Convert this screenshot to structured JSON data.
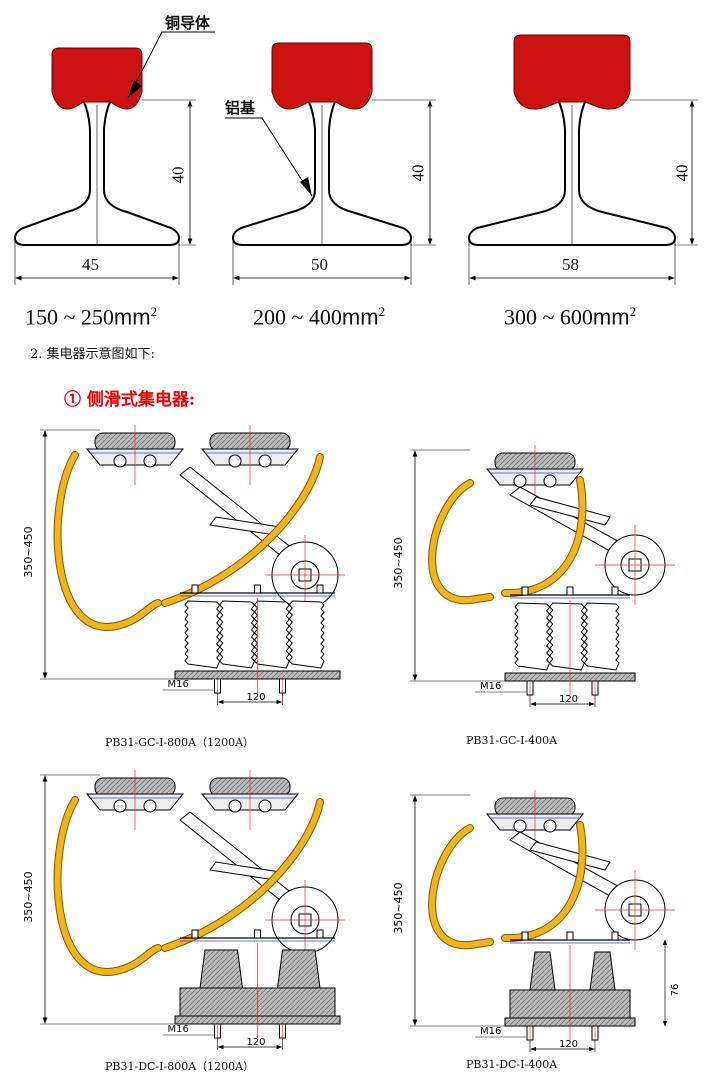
{
  "rails": {
    "labels": {
      "copper": "铜导体",
      "aluminum": "铝基"
    },
    "items": [
      {
        "height": "40",
        "width": "45",
        "area_range": "150 ~ 250",
        "area_unit": "mm",
        "area_exp": "2"
      },
      {
        "height": "40",
        "width": "50",
        "area_range": "200 ~ 400",
        "area_unit": "mm",
        "area_exp": "2"
      },
      {
        "height": "40",
        "width": "58",
        "area_range": "300 ~ 600",
        "area_unit": "mm",
        "area_exp": "2"
      }
    ]
  },
  "section": {
    "heading": "2.  集电器示意图如下:",
    "subheading": "① 侧滑式集电器:"
  },
  "collectors": [
    {
      "caption": "PB31-GC-Ⅰ-800A（1200A）",
      "height_dim": "350~450",
      "bolt": "M16",
      "spacing": "120"
    },
    {
      "caption": "PB31-GC-Ⅰ-400A",
      "height_dim": "350~450",
      "bolt": "M16",
      "spacing": "120"
    },
    {
      "caption": "PB31-DC-Ⅰ-800A（1200A）",
      "height_dim": "350~450",
      "bolt": "M16",
      "spacing": "120"
    },
    {
      "caption": "PB31-DC-Ⅰ-400A",
      "height_dim": "350~450",
      "bolt": "M16",
      "spacing": "120",
      "base_dim": "76"
    }
  ],
  "colors": {
    "copper": "#cc1111",
    "cable": "#f2b418",
    "heading": "#ee0000",
    "centerline": "#e03030",
    "wire": "#3040c0"
  }
}
